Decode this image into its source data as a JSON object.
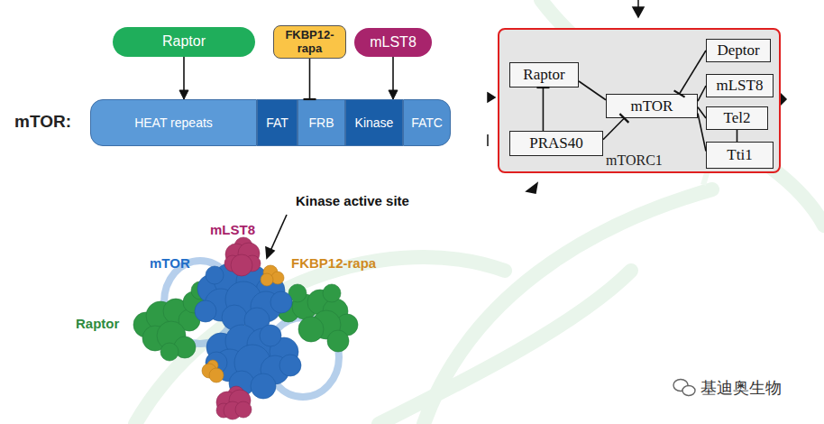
{
  "diagram": {
    "nodes": [
      {
        "text": [
          "Raptor"
        ]
      },
      {
        "text": [
          "FKBP12-rapa"
        ]
      },
      {
        "text": [
          "mLST8"
        ]
      },
      {
        "text": [
          "mTOR:"
        ]
      },
      {
        "text": [
          "HEAT repeats"
        ],
        "in": 3
      },
      {
        "text": [
          "FAT"
        ],
        "in": 3
      },
      {
        "text": [
          "FRB"
        ],
        "in": 3
      },
      {
        "text": [
          "Kinase"
        ],
        "in": 3
      },
      {
        "text": [
          "FATC"
        ],
        "in": 3
      },
      {
        "text": [
          "mTORC1"
        ]
      },
      {
        "text": [
          "Raptor"
        ],
        "in": 9
      },
      {
        "text": [
          "Deptor"
        ],
        "in": 9
      },
      {
        "text": [
          "mLST8"
        ],
        "in": 9
      },
      {
        "text": [
          "mTOR"
        ],
        "in": 9
      },
      {
        "text": [
          "Tel2"
        ],
        "in": 9
      },
      {
        "text": [
          "PRAS40"
        ],
        "in": 9
      },
      {
        "text": [
          "Tti1"
        ],
        "in": 9
      }
    ],
    "edges": [
      {
        "from": 0,
        "to": 4,
        "arrow": "to"
      },
      {
        "from": 1,
        "to": 6,
        "arrow": "to"
      },
      {
        "from": 2,
        "to": 7,
        "arrow": "to"
      },
      {
        "from": 15,
        "to": 10,
        "arrow": "to"
      },
      {
        "from": 10,
        "to": 13,
        "arrow": "none"
      },
      {
        "from": 15,
        "to": 13,
        "arrow": "to"
      },
      {
        "from": 11,
        "to": 13,
        "arrow": "to"
      },
      {
        "from": 13,
        "to": 12,
        "arrow": "none"
      },
      {
        "from": 13,
        "to": 14,
        "arrow": "none"
      },
      {
        "from": 13,
        "to": 16,
        "arrow": "none"
      },
      {
        "from": 14,
        "to": 16,
        "arrow": "none"
      }
    ],
    "labels": [
      "Kinase active site",
      "mLST8",
      "mTOR",
      "FKBP12-rapa",
      "Raptor",
      "基迪奥生物"
    ]
  }
}
